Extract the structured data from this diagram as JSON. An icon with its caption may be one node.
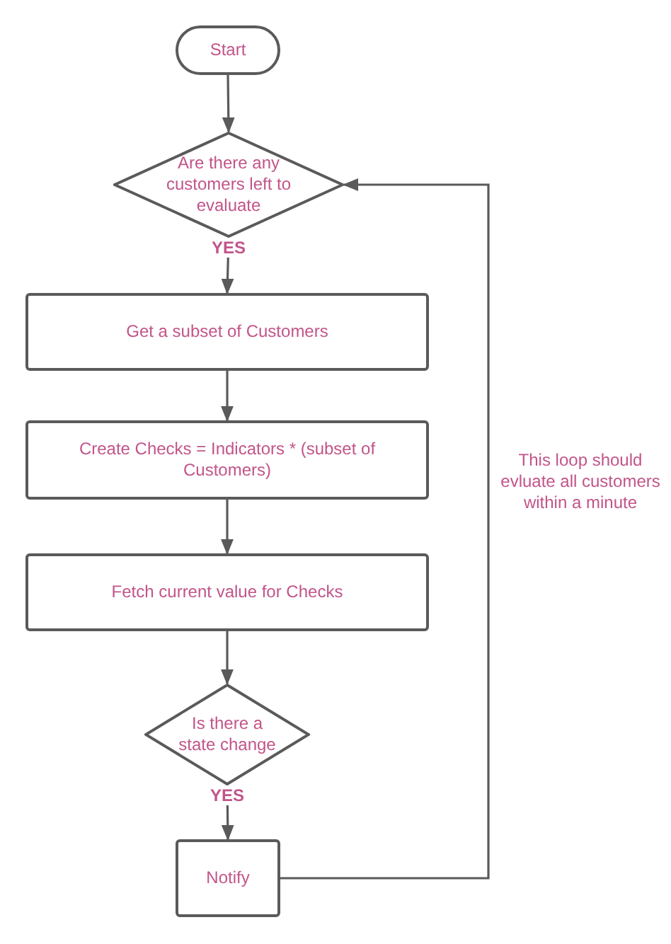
{
  "diagram": {
    "nodes": [
      {
        "text": [
          "Start"
        ]
      },
      {
        "text": [
          "Are there any customers left to evaluate"
        ]
      },
      {
        "text": [
          "Get a subset of Customers"
        ]
      },
      {
        "text": [
          "Create Checks = Indicators * (subset of Customers)"
        ]
      },
      {
        "text": [
          "Fetch current value for Checks"
        ]
      },
      {
        "text": [
          "Is there a state change"
        ]
      },
      {
        "text": [
          "Notify"
        ]
      }
    ],
    "edges": [
      {
        "from": 0,
        "to": 1,
        "arrow": "to"
      },
      {
        "from": 1,
        "to": 2,
        "arrow": "to",
        "label": "YES"
      },
      {
        "from": 2,
        "to": 3,
        "arrow": "to"
      },
      {
        "from": 3,
        "to": 4,
        "arrow": "to"
      },
      {
        "from": 4,
        "to": 5,
        "arrow": "to"
      },
      {
        "from": 5,
        "to": 6,
        "arrow": "to",
        "label": "YES"
      },
      {
        "from": 6,
        "to": 1,
        "arrow": "to"
      }
    ],
    "labels": [
      "This loop should evluate all customers within a minute"
    ]
  }
}
